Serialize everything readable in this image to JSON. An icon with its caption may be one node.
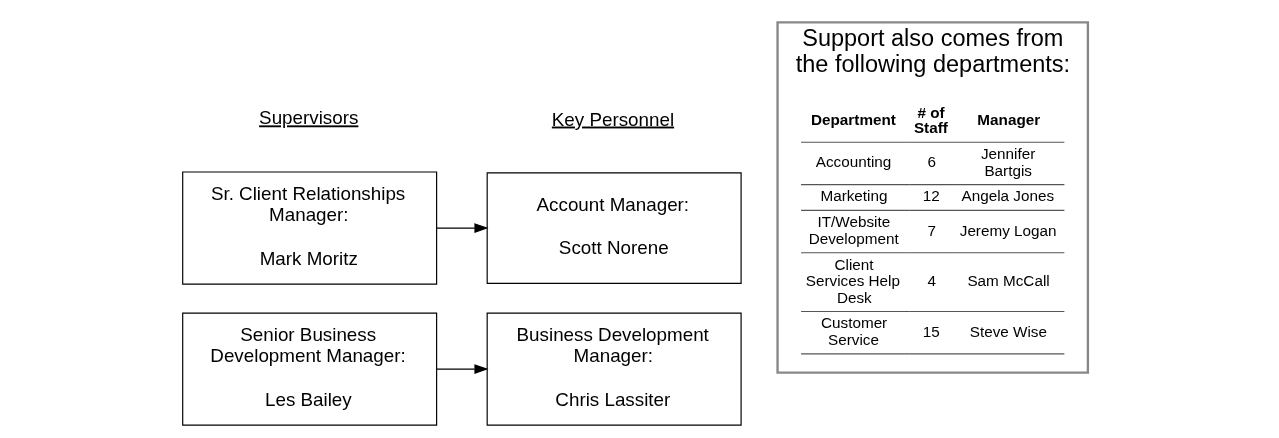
{
  "diagram": {
    "nodes": [
      {
        "text": [
          "Sr. Client Relationships Manager:",
          "Mark Moritz"
        ]
      },
      {
        "text": [
          "Account Manager:",
          "Scott Norene"
        ]
      },
      {
        "text": [
          "Senior Business Development Manager:",
          "Les Bailey"
        ]
      },
      {
        "text": [
          "Business Development Manager:",
          "Chris Lassiter"
        ]
      },
      {
        "text": [
          "Support also comes from the following departments:"
        ]
      }
    ],
    "edges": [
      {
        "from": 0,
        "to": 1,
        "arrow": "to"
      },
      {
        "from": 2,
        "to": 3,
        "arrow": "to"
      }
    ],
    "labels": [
      "Supervisors",
      "Key Personnel",
      "Department",
      "# of Staff",
      "Manager",
      "Accounting",
      "6",
      "Jennifer Bartgis",
      "Marketing",
      "12",
      "Angela Jones",
      "IT/Website Development",
      "7",
      "Jeremy Logan",
      "Client Services Help Desk",
      "4",
      "Sam McCall",
      "Customer Service",
      "15",
      "Steve Wise"
    ]
  }
}
